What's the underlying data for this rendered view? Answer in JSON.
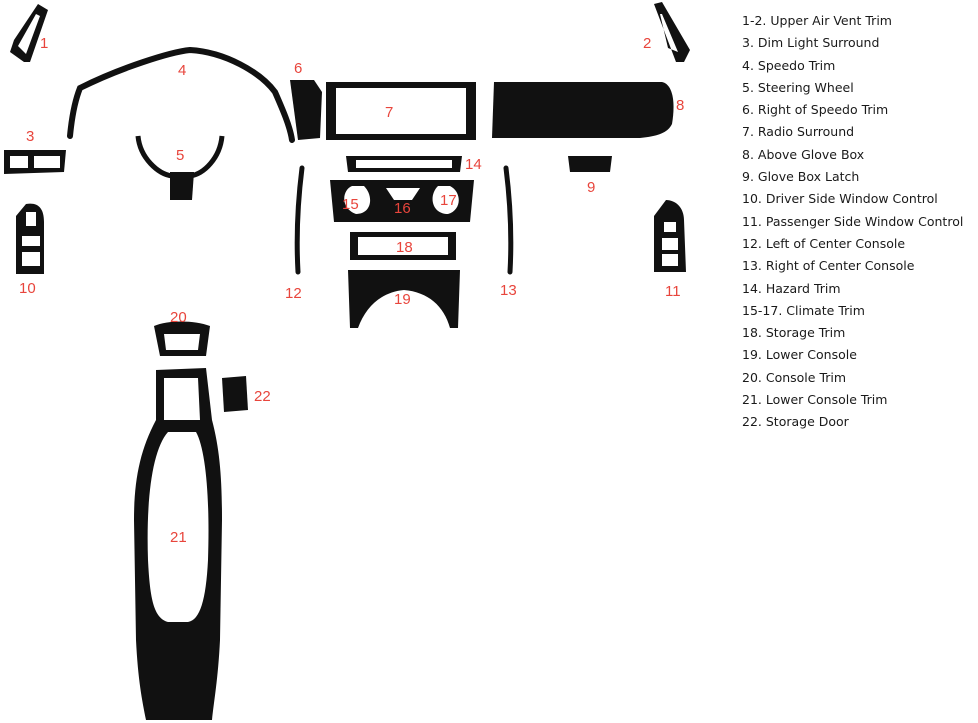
{
  "colors": {
    "piece": "#111111",
    "label": "#e8453c",
    "text": "#1a1a1a"
  },
  "labels": [
    "1",
    "2",
    "3",
    "4",
    "5",
    "6",
    "7",
    "8",
    "9",
    "10",
    "11",
    "12",
    "13",
    "14",
    "15",
    "16",
    "17",
    "18",
    "19",
    "20",
    "21",
    "22"
  ],
  "legend": [
    "1-2. Upper Air Vent Trim",
    "3. Dim Light Surround",
    "4. Speedo Trim",
    "5. Steering Wheel",
    "6. Right of Speedo Trim",
    "7. Radio Surround",
    "8. Above Glove Box",
    "9. Glove Box Latch",
    "10. Driver Side Window Control",
    "11. Passenger Side Window Control",
    "12. Left of Center Console",
    "13. Right of Center Console",
    "14. Hazard Trim",
    "15-17. Climate Trim",
    "18. Storage Trim",
    "19. Lower Console",
    "20. Console Trim",
    "21. Lower Console Trim",
    "22. Storage Door"
  ]
}
